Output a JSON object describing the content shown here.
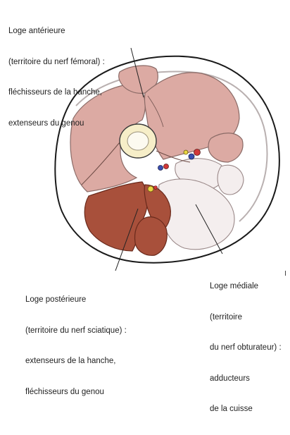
{
  "labels": {
    "anterior": {
      "lines": [
        "Loge antérieure",
        "(territoire du nerf fémoral) :",
        "fléchisseurs de la hanche,",
        "extenseurs du genou"
      ]
    },
    "posterior": {
      "lines": [
        "Loge postérieure",
        "(territoire du nerf sciatique) :",
        "extenseurs de la hanche,",
        "fléchisseurs du genou"
      ]
    },
    "medial": {
      "lines": [
        "Loge médiale",
        "(territoire",
        "du nerf obturateur) :",
        "adducteurs",
        "de la cuisse"
      ]
    }
  },
  "colors": {
    "anterior_muscle": "#dcaaa3",
    "posterior_muscle": "#a8503b",
    "medial_muscle": "#f4eeee",
    "fat": "#ffffff",
    "skin_outline": "#1a1a1a",
    "bone_cortex": "#f6eec8",
    "marrow": "#fcfaf0",
    "vessel_red": "#d23838",
    "vessel_blue": "#3a4fb0",
    "nerve_yellow": "#e9d642"
  }
}
